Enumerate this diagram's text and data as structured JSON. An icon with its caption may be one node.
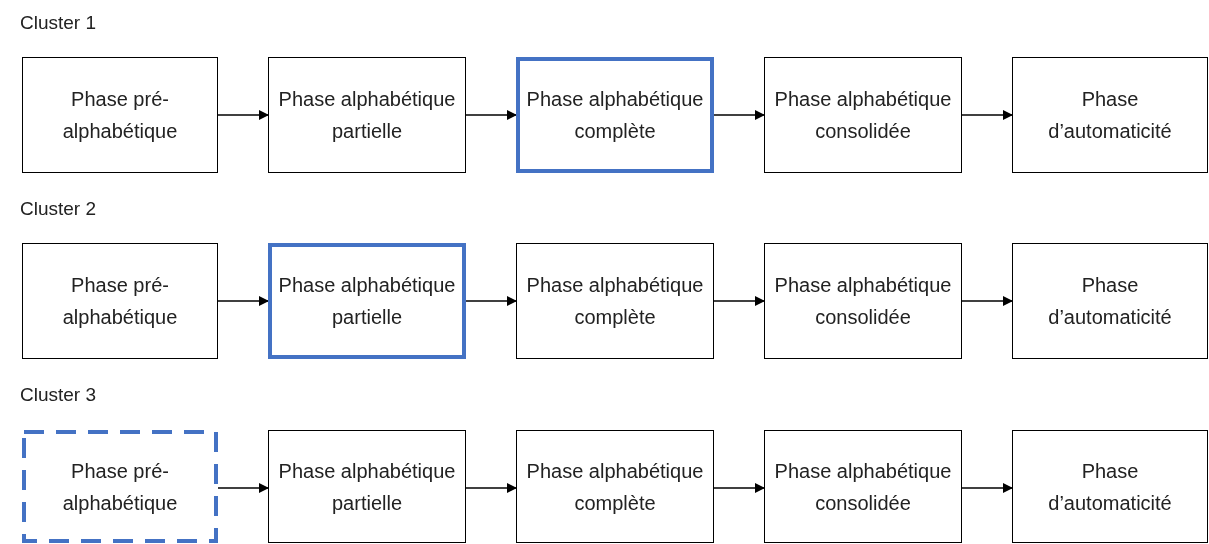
{
  "diagram": {
    "nodes": [
      {
        "text": [
          "Phase pré-alphabétique"
        ]
      },
      {
        "text": [
          "Phase alphabétique partielle"
        ]
      },
      {
        "text": [
          "Phase alphabétique complète"
        ]
      },
      {
        "text": [
          "Phase alphabétique consolidée"
        ]
      },
      {
        "text": [
          "Phase d’automaticité"
        ]
      },
      {
        "text": [
          "Phase pré-alphabétique"
        ]
      },
      {
        "text": [
          "Phase alphabétique partielle"
        ]
      },
      {
        "text": [
          "Phase alphabétique complète"
        ]
      },
      {
        "text": [
          "Phase alphabétique consolidée"
        ]
      },
      {
        "text": [
          "Phase d’automaticité"
        ]
      },
      {
        "text": [
          "Phase pré-alphabétique"
        ]
      },
      {
        "text": [
          "Phase alphabétique partielle"
        ]
      },
      {
        "text": [
          "Phase alphabétique complète"
        ]
      },
      {
        "text": [
          "Phase alphabétique consolidée"
        ]
      },
      {
        "text": [
          "Phase d’automaticité"
        ]
      }
    ],
    "edges": [
      {
        "from": 0,
        "to": 1,
        "arrow": "to"
      },
      {
        "from": 1,
        "to": 2,
        "arrow": "to"
      },
      {
        "from": 2,
        "to": 3,
        "arrow": "to"
      },
      {
        "from": 3,
        "to": 4,
        "arrow": "to"
      },
      {
        "from": 5,
        "to": 6,
        "arrow": "to"
      },
      {
        "from": 6,
        "to": 7,
        "arrow": "to"
      },
      {
        "from": 7,
        "to": 8,
        "arrow": "to"
      },
      {
        "from": 8,
        "to": 9,
        "arrow": "to"
      },
      {
        "from": 10,
        "to": 11,
        "arrow": "to"
      },
      {
        "from": 11,
        "to": 12,
        "arrow": "to"
      },
      {
        "from": 12,
        "to": 13,
        "arrow": "to"
      },
      {
        "from": 13,
        "to": 14,
        "arrow": "to"
      }
    ],
    "labels": [
      "Cluster 1",
      "Cluster 2",
      "Cluster 3"
    ]
  }
}
